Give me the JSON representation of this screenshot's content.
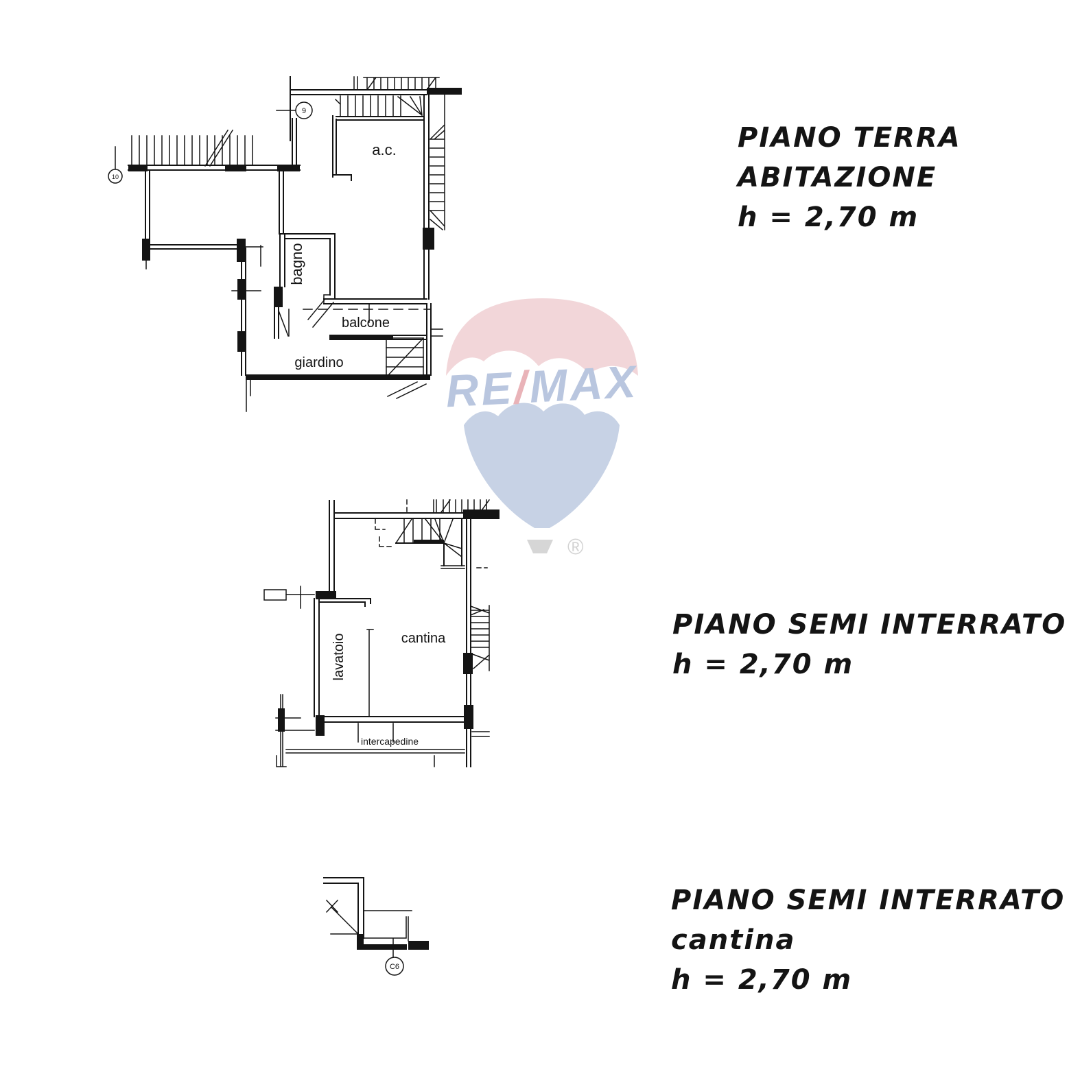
{
  "page": {
    "background": "#ffffff"
  },
  "watermark": {
    "description": "RE/MAX hot-air balloon watermark",
    "wordmark": {
      "re": "RE",
      "slash": "/",
      "max": "MAX"
    },
    "registered_symbol": "®",
    "colors": {
      "balloon_top_red": "#f2d6d9",
      "balloon_bottom_blue": "#c7d2e5",
      "wordmark_blue": "#b9c6df",
      "wordmark_red": "#e9b3b8",
      "basket_gray": "#d6d6d6"
    }
  },
  "floor_plans": {
    "ground_floor": {
      "room_labels": {
        "ac": "a.c.",
        "bagno": "bagno",
        "balcone": "balcone",
        "giardino": "giardino"
      },
      "reference_markers": {
        "marker_9": "9",
        "marker_10": "10"
      },
      "annotation": {
        "lines": [
          "PIANO TERRA",
          "ABITAZIONE",
          "h = 2,70 m"
        ]
      }
    },
    "semi_basement": {
      "room_labels": {
        "lavatoio": "lavatoio",
        "cantina": "cantina",
        "intercapedine": "intercapedine"
      },
      "annotation": {
        "lines": [
          "PIANO SEMI INTERRATO",
          "h = 2,70 m"
        ]
      }
    },
    "semi_basement_cellar": {
      "reference_markers": {
        "marker_c6": "C6"
      },
      "annotation": {
        "lines": [
          "PIANO SEMI INTERRATO",
          "cantina",
          "h = 2,70 m"
        ]
      }
    }
  }
}
